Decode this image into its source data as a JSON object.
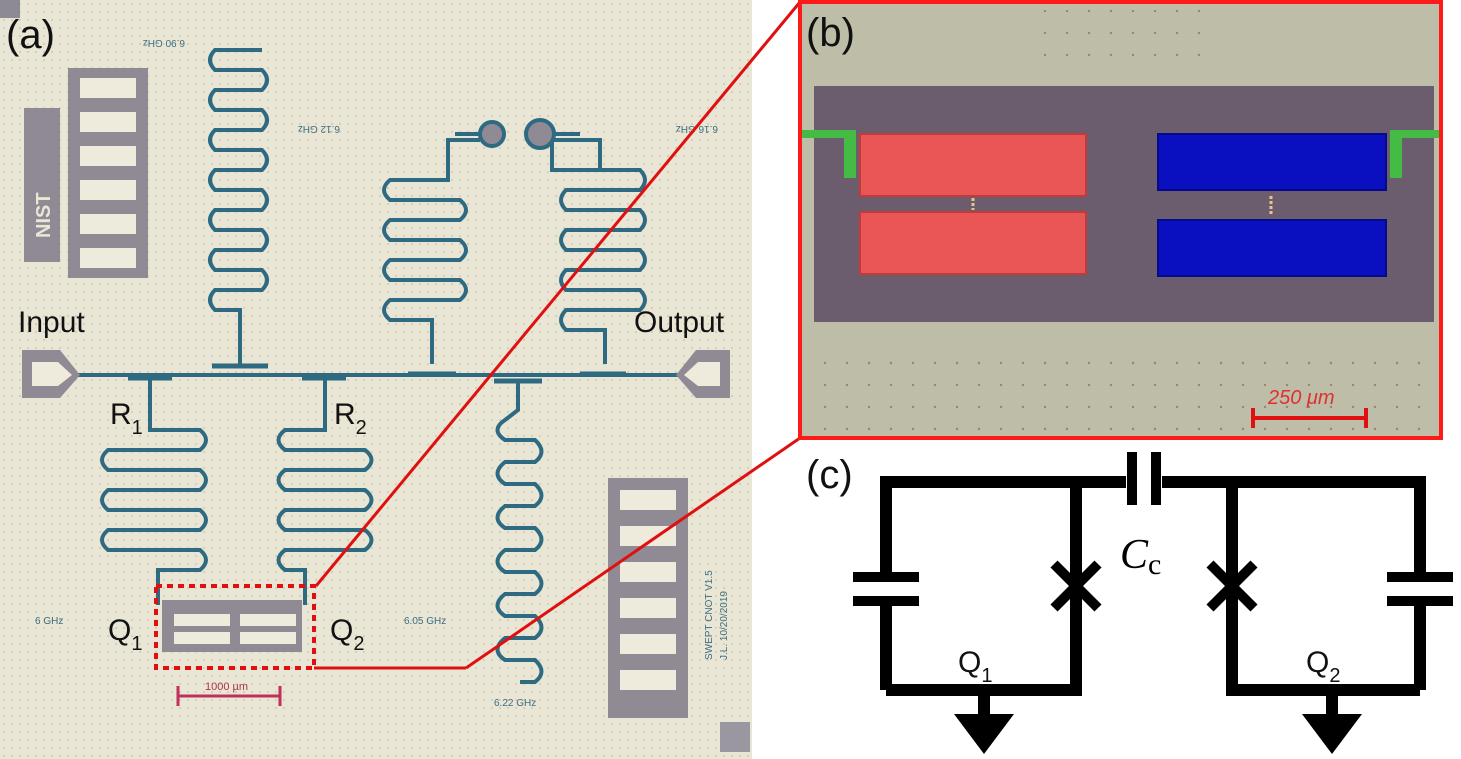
{
  "panels": {
    "a": {
      "label": "(a)"
    },
    "b": {
      "label": "(b)"
    },
    "c": {
      "label": "(c)"
    }
  },
  "chip": {
    "input_label": "Input",
    "output_label": "Output",
    "resonators": [
      {
        "label": "R",
        "sub": "1"
      },
      {
        "label": "R",
        "sub": "2"
      }
    ],
    "qubits": [
      {
        "label": "Q",
        "sub": "1"
      },
      {
        "label": "Q",
        "sub": "2"
      }
    ],
    "scale_bar": "1000 µm",
    "logo": "NIST",
    "freq_labels": [
      "6.90 GHz",
      "6.12 GHz",
      "6.16 GHz",
      "6 GHz",
      "6.05 GHz",
      "6.22 GHz"
    ],
    "chip_text": [
      "SWEPT CNOT V1.5",
      "J.L. 10/20/2019"
    ]
  },
  "zoom": {
    "scale_bar": "250 μm",
    "colors": {
      "left_pads": "#ea5555",
      "right_pads": "#0a0fc0",
      "frame": "#ff1a1a",
      "substrate": "#bdbda8",
      "ground_cutout": "#6b5c6e"
    }
  },
  "circuit": {
    "coupling_cap": {
      "label": "C",
      "sub": "c"
    },
    "qubits": [
      {
        "label": "Q",
        "sub": "1"
      },
      {
        "label": "Q",
        "sub": "2"
      }
    ]
  }
}
